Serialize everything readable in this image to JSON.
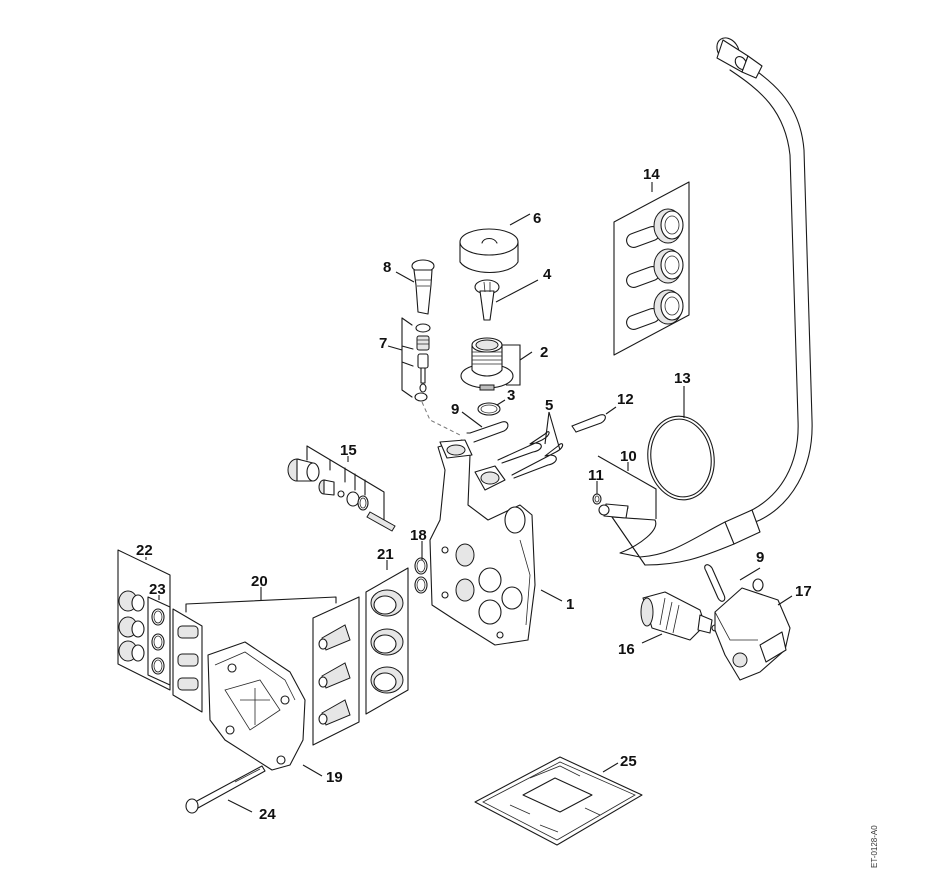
{
  "diagram": {
    "type": "exploded-parts-illustration",
    "subject": "pressure washer pump head assembly",
    "drawing_code": "ET-0128-A0",
    "callouts": [
      {
        "id": "1",
        "label": "1",
        "part": "pump housing"
      },
      {
        "id": "2",
        "label": "2",
        "part": "threaded fitting"
      },
      {
        "id": "3",
        "label": "3",
        "part": "o-ring"
      },
      {
        "id": "4",
        "label": "4",
        "part": "valve insert"
      },
      {
        "id": "5",
        "label": "5",
        "part": "retaining clips"
      },
      {
        "id": "6",
        "label": "6",
        "part": "cap"
      },
      {
        "id": "7",
        "label": "7",
        "part": "valve set"
      },
      {
        "id": "8",
        "label": "8",
        "part": "plug"
      },
      {
        "id": "9a",
        "label": "9",
        "part": "u-clip"
      },
      {
        "id": "9b",
        "label": "9",
        "part": "u-clip"
      },
      {
        "id": "10",
        "label": "10",
        "part": "pressure hose"
      },
      {
        "id": "11",
        "label": "11",
        "part": "o-ring"
      },
      {
        "id": "12",
        "label": "12",
        "part": "u-clip"
      },
      {
        "id": "13",
        "label": "13",
        "part": "o-ring large"
      },
      {
        "id": "14",
        "label": "14",
        "part": "piston set"
      },
      {
        "id": "15",
        "label": "15",
        "part": "valve kit"
      },
      {
        "id": "16",
        "label": "16",
        "part": "unloader valve"
      },
      {
        "id": "17",
        "label": "17",
        "part": "switch"
      },
      {
        "id": "18",
        "label": "18",
        "part": "o-rings"
      },
      {
        "id": "19",
        "label": "19",
        "part": "cylinder head"
      },
      {
        "id": "20",
        "label": "20",
        "part": "valve set"
      },
      {
        "id": "21",
        "label": "21",
        "part": "seal set"
      },
      {
        "id": "22",
        "label": "22",
        "part": "seal kit"
      },
      {
        "id": "23",
        "label": "23",
        "part": "o-ring set"
      },
      {
        "id": "24",
        "label": "24",
        "part": "screw"
      },
      {
        "id": "25",
        "label": "25",
        "part": "gasket set"
      }
    ]
  }
}
